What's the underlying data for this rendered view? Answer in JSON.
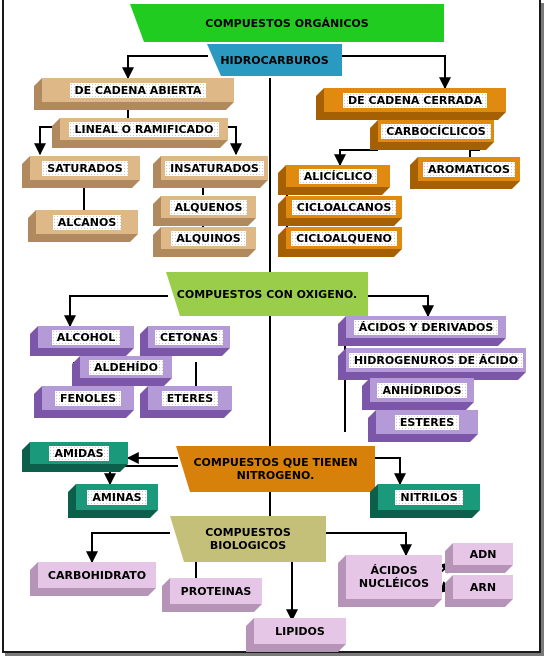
{
  "title": "COMPUESTOS ORGÁNICOS",
  "hidrocarburos": {
    "label": "HIDROCARBUROS",
    "abierta": "DE CADENA ABIERTA",
    "lineal": "LINEAL O RAMIFICADO",
    "saturados": "SATURADOS",
    "insaturados": "INSATURADOS",
    "alcanos": "ALCANOS",
    "alquenos": "ALQUENOS",
    "alquinos": "ALQUINOS",
    "cerrada": "DE CADENA CERRADA",
    "carbociclicos": "CARBOCÍCLICOS",
    "aliciclico": "ALICÍCLICO",
    "aromaticos": "AROMATICOS",
    "cicloalcanos": "CICLOALCANOS",
    "cicloalqueno": "CICLOALQUENO"
  },
  "oxigeno": {
    "label": "COMPUESTOS CON OXIGENO.",
    "alcohol": "ALCOHOL",
    "cetonas": "CETONAS",
    "aldehido": "ALDEHÍDO",
    "fenoles": "FENOLES",
    "eteres": "ETERES",
    "acidos": "ÁCIDOS Y DERIVADOS",
    "hidrogenuros": "HIDROGENUROS DE ÁCIDO",
    "anhidridos": "ANHÍDRIDOS",
    "esteres": "ESTERES"
  },
  "nitrogeno": {
    "label": "COMPUESTOS QUE TIENEN NITROGENO.",
    "amidas": "AMIDAS",
    "aminas": "AMINAS",
    "nitrilos": "NITRILOS"
  },
  "biologicos": {
    "label": "COMPUESTOS BIOLOGICOS",
    "carbohidrato": "CARBOHIDRATO",
    "proteinas": "PROTEINAS",
    "lipidos": "LIPIDOS",
    "acidos_nucleicos": "ÁCIDOS NUCLÉICOS",
    "adn": "ADN",
    "arn": "ARN"
  },
  "colors": {
    "title_green": "#21cc21",
    "hidrocarburos_blue": "#2b9ac0",
    "oxigeno_lime": "#9ace4a",
    "nitrogeno_brown": "#d7810a",
    "biologicos_olive": "#c4c07a",
    "tan": "#deb887",
    "orange": "#e08a10",
    "purple": "#b59ad8",
    "teal": "#1a9a7a",
    "pink": "#e6c6e6"
  }
}
